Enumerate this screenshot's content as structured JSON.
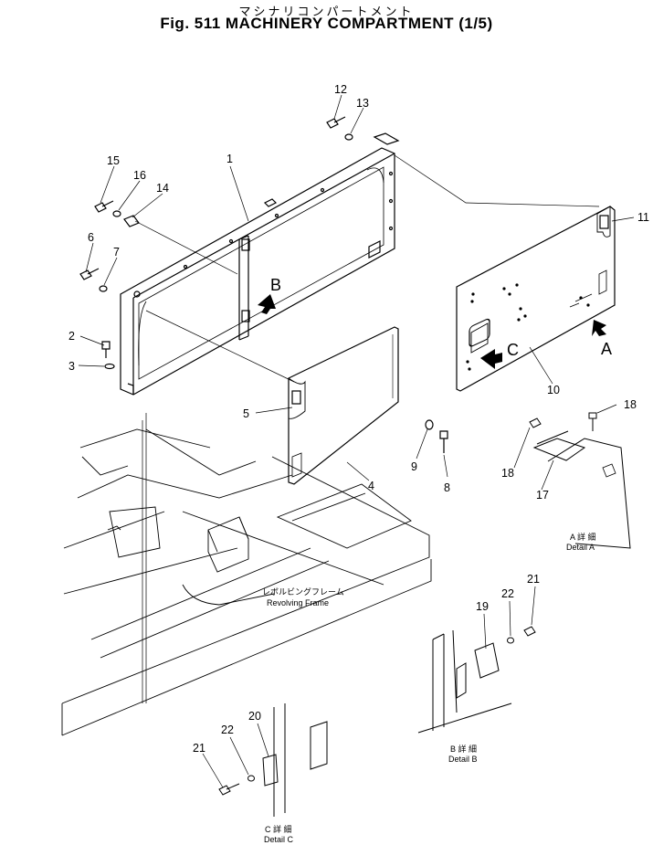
{
  "title_jp": "マシナリコンパートメント",
  "title_en": "Fig. 511 MACHINERY COMPARTMENT (1/5)",
  "callouts": {
    "c1": "1",
    "c2": "2",
    "c3": "3",
    "c4": "4",
    "c5": "5",
    "c6": "6",
    "c7": "7",
    "c8": "8",
    "c9": "9",
    "c10": "10",
    "c11": "11",
    "c12": "12",
    "c13": "13",
    "c14": "14",
    "c15": "15",
    "c16": "16",
    "c17": "17",
    "c18a": "18",
    "c18b": "18",
    "c19": "19",
    "c20": "20",
    "c21a": "21",
    "c21b": "22",
    "c22a": "21",
    "c22b": "22"
  },
  "view_markers": {
    "a": "A",
    "b": "B",
    "c": "C"
  },
  "frame_label_jp": "レボルビングフレーム",
  "frame_label_en": "Revolving Frame",
  "details": {
    "a_jp": "A 詳 細",
    "a_en": "Detail A",
    "b_jp": "B 詳 細",
    "b_en": "Detail B",
    "c_jp": "C 詳 細",
    "c_en": "Detail C"
  }
}
